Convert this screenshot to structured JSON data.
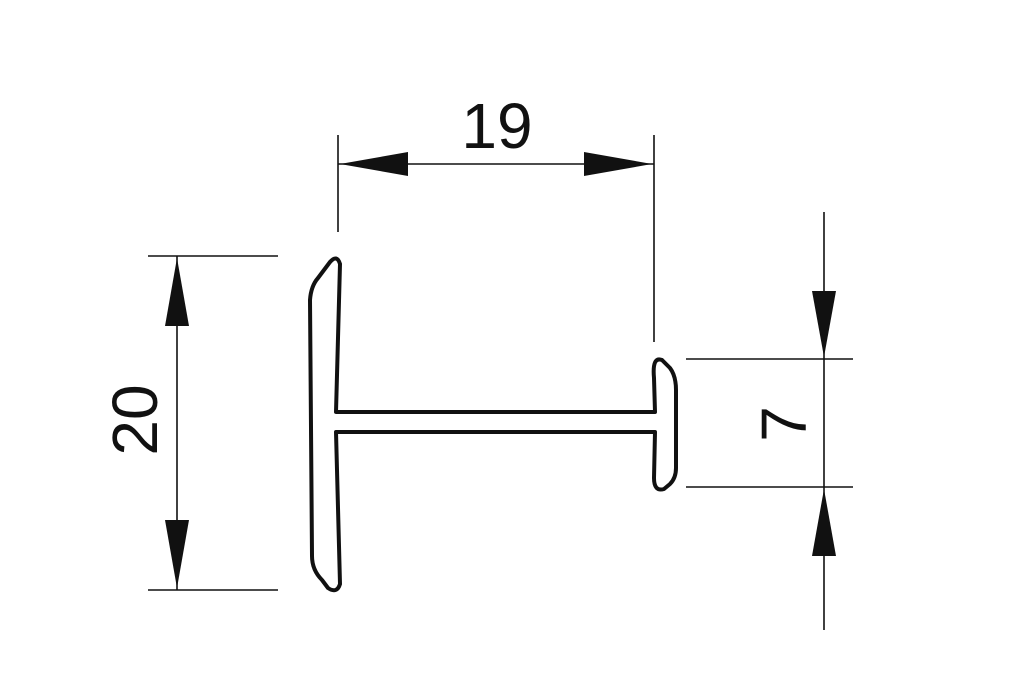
{
  "dimensions": {
    "width": "19",
    "height": "20",
    "flange": "7"
  },
  "colors": {
    "line": "#111111",
    "background": "#ffffff"
  }
}
